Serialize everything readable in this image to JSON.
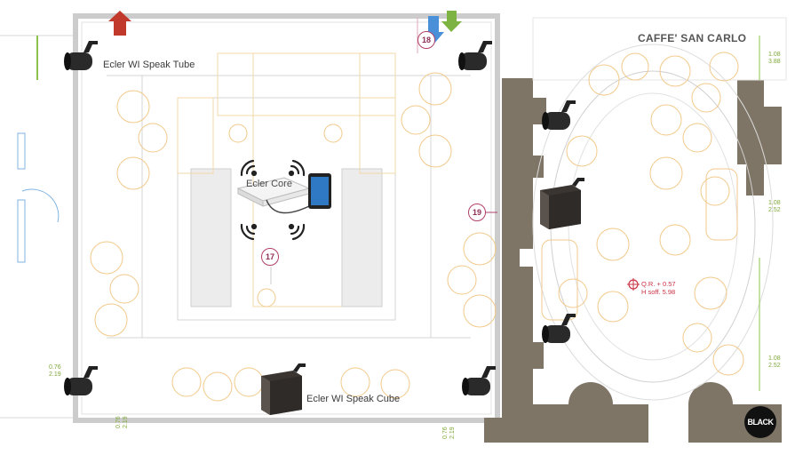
{
  "venue": {
    "title": "CAFFE' SAN CARLO"
  },
  "labels": {
    "tube": "Ecler WI Speak Tube",
    "cube": "Ecler WI Speak Cube",
    "core": "Ecler Core"
  },
  "badges": {
    "b17": "17",
    "b18": "18",
    "b19": "19"
  },
  "dimensions": {
    "top_right": [
      "1.08",
      "3.88"
    ],
    "right_mid": [
      "1.08",
      "2.52"
    ],
    "right_bot": [
      "1.08",
      "2.52"
    ],
    "left_bot": [
      "0.76",
      "2.19"
    ],
    "bottom_a": [
      "0.76",
      "2.19"
    ],
    "bottom_b": [
      "0.76",
      "2.19"
    ],
    "ceiling": [
      "Q.R. + 0.57",
      "H soff. 5.98"
    ]
  },
  "logo": {
    "text": "BLACK"
  },
  "colors": {
    "wall": "#7f7566",
    "arrow_red": "#c0392b",
    "arrow_blue": "#4a90d9",
    "arrow_green": "#7cb342",
    "furniture": "#f2c98a",
    "grid": "#cfcfcf",
    "badge": "#b0406a"
  }
}
